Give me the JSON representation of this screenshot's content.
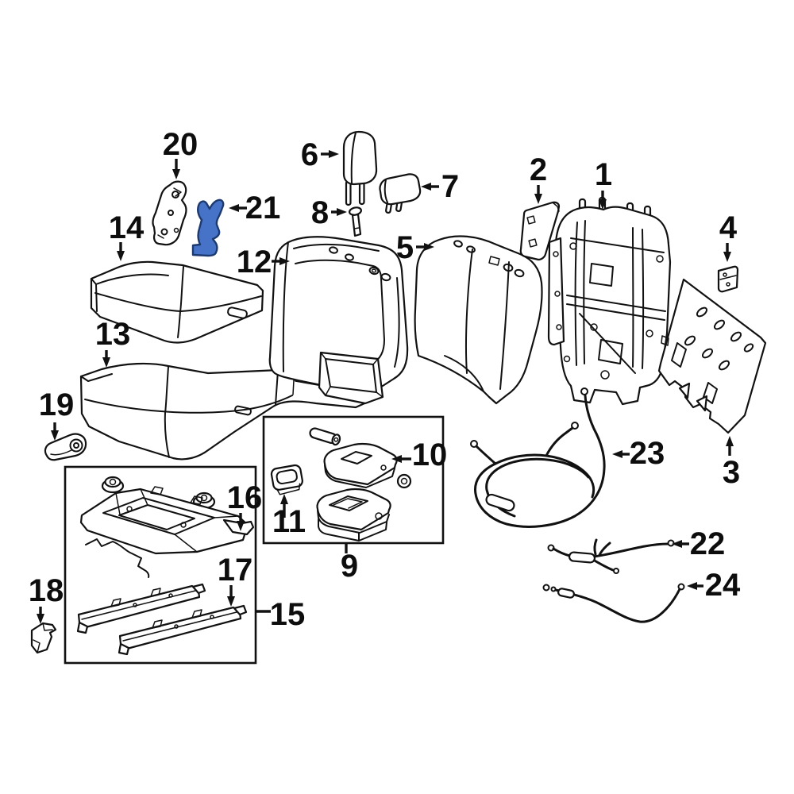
{
  "diagram": {
    "style": {
      "background": "#ffffff",
      "line_color": "#111111",
      "text_color": "#0d0d0d",
      "highlight_fill": "#4673c8",
      "highlight_stroke": "#1c3a70",
      "label_font_size": 40
    },
    "callouts": [
      {
        "num": "1",
        "name": "seat-back-frame",
        "label": [
          760,
          233
        ],
        "arrow": [
          759,
          240,
          759,
          264
        ]
      },
      {
        "num": "2",
        "name": "seat-back-board",
        "label": [
          678,
          227
        ],
        "arrow": [
          678,
          233,
          678,
          257
        ]
      },
      {
        "num": "3",
        "name": "back-panel",
        "label": [
          921,
          608
        ],
        "arrow": [
          919,
          574,
          919,
          549
        ]
      },
      {
        "num": "4",
        "name": "striker-bracket",
        "label": [
          917,
          300
        ],
        "arrow": [
          916,
          306,
          916,
          330
        ]
      },
      {
        "num": "5",
        "name": "seat-back-cover-right",
        "label": [
          510,
          325
        ],
        "arrow": [
          524,
          311,
          547,
          311
        ]
      },
      {
        "num": "6",
        "name": "headrest",
        "label": [
          390,
          208
        ],
        "arrow": [
          404,
          194,
          427,
          194
        ]
      },
      {
        "num": "7",
        "name": "center-headrest",
        "label": [
          567,
          248
        ],
        "arrow": [
          553,
          235,
          530,
          235
        ]
      },
      {
        "num": "8",
        "name": "headrest-guide",
        "label": [
          403,
          281
        ],
        "arrow": [
          417,
          267,
          437,
          267
        ]
      },
      {
        "num": "9",
        "name": "armrest-assembly",
        "label": [
          440,
          726
        ],
        "leader": [
          436,
          684,
          436,
          697
        ]
      },
      {
        "num": "10",
        "name": "armrest",
        "label": [
          541,
          586
        ],
        "arrow": [
          518,
          578,
          493,
          578
        ]
      },
      {
        "num": "11",
        "name": "cup-holder",
        "label": [
          364,
          670
        ],
        "arrow": [
          358,
          652,
          358,
          622
        ]
      },
      {
        "num": "12",
        "name": "seat-back-cover-left",
        "label": [
          320,
          343
        ],
        "arrow": [
          342,
          329,
          365,
          329
        ]
      },
      {
        "num": "13",
        "name": "seat-cushion-pad",
        "label": [
          142,
          434
        ],
        "arrow": [
          134,
          441,
          134,
          463
        ]
      },
      {
        "num": "14",
        "name": "seat-cushion-cover",
        "label": [
          159,
          300
        ],
        "arrow": [
          152,
          305,
          152,
          329
        ]
      },
      {
        "num": "15",
        "name": "seat-adjuster-assembly",
        "label": [
          362,
          787
        ],
        "leader": [
          322,
          770,
          341,
          770
        ]
      },
      {
        "num": "16",
        "name": "cushion-frame",
        "label": [
          308,
          640
        ],
        "arrow": [
          303,
          646,
          303,
          669
        ]
      },
      {
        "num": "17",
        "name": "seat-track",
        "label": [
          296,
          731
        ],
        "arrow": [
          291,
          737,
          291,
          764
        ]
      },
      {
        "num": "18",
        "name": "track-end-cover",
        "label": [
          58,
          757
        ],
        "arrow": [
          51,
          764,
          51,
          786
        ]
      },
      {
        "num": "19",
        "name": "recliner-handle",
        "label": [
          71,
          523
        ],
        "arrow": [
          69,
          532,
          69,
          555
        ]
      },
      {
        "num": "20",
        "name": "hinge-bracket",
        "label": [
          227,
          195
        ],
        "arrow": [
          222,
          200,
          222,
          226
        ]
      },
      {
        "num": "21",
        "name": "recliner-cover",
        "label": [
          331,
          275
        ],
        "arrow": [
          311,
          262,
          288,
          262
        ],
        "highlighted": true
      },
      {
        "num": "22",
        "name": "release-cable",
        "label": [
          891,
          698
        ],
        "arrow": [
          868,
          685,
          846,
          685
        ]
      },
      {
        "num": "23",
        "name": "cable-harness",
        "label": [
          815,
          584
        ],
        "arrow": [
          793,
          572,
          771,
          572
        ]
      },
      {
        "num": "24",
        "name": "lock-cable",
        "label": [
          910,
          750
        ],
        "arrow": [
          886,
          738,
          865,
          738
        ]
      }
    ]
  }
}
